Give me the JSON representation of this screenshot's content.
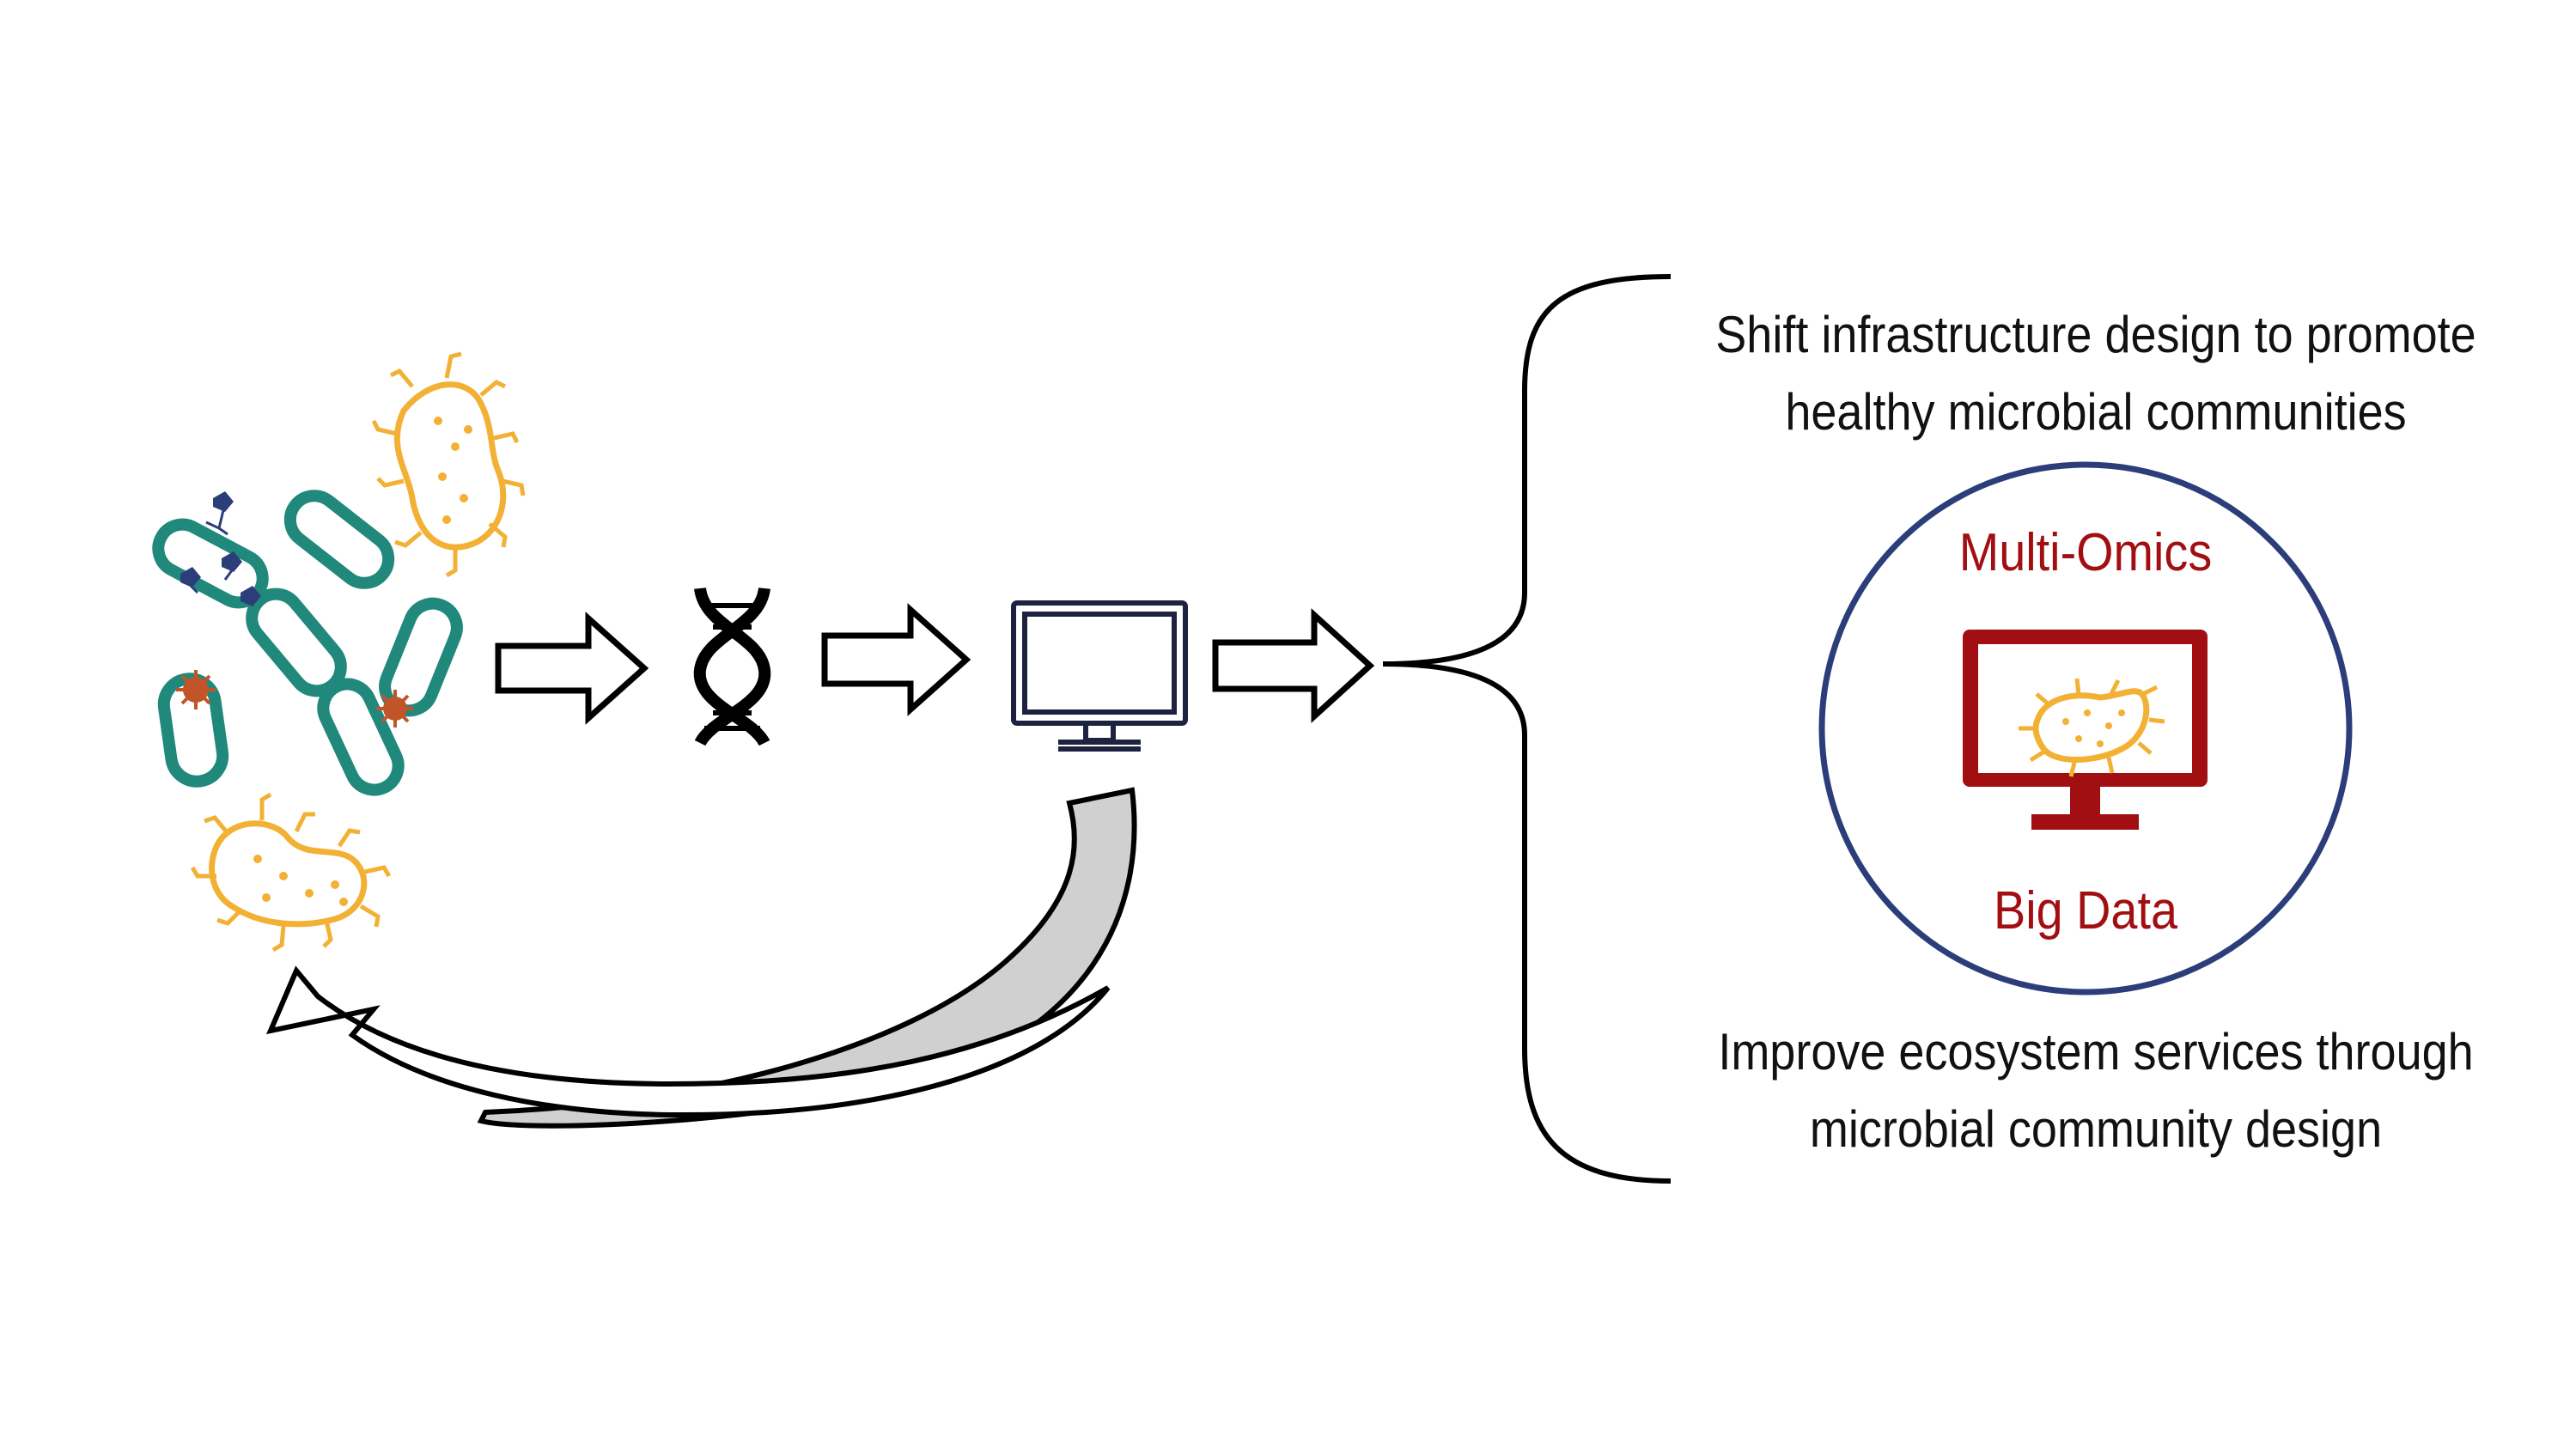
{
  "outputs": {
    "top_text": [
      "Shift infrastructure design to promote",
      "healthy microbial communities"
    ],
    "bottom_text": [
      "Improve ecosystem services through",
      "microbial community design"
    ]
  },
  "center": {
    "label_top": "Multi-Omics",
    "label_bottom": "Big Data"
  },
  "icons": [
    "microbes-cluster-icon",
    "dna-helix-icon",
    "computer-monitor-icon",
    "feedback-arrow-icon",
    "curly-brace-icon",
    "monitor-bacterium-icon"
  ],
  "colors": {
    "teal": "#21887c",
    "yellow": "#f2b134",
    "red": "#a10f12",
    "navy": "#2c3e7a",
    "virus_orange": "#c0552a",
    "arrow_gray": "#d0d0d0"
  }
}
